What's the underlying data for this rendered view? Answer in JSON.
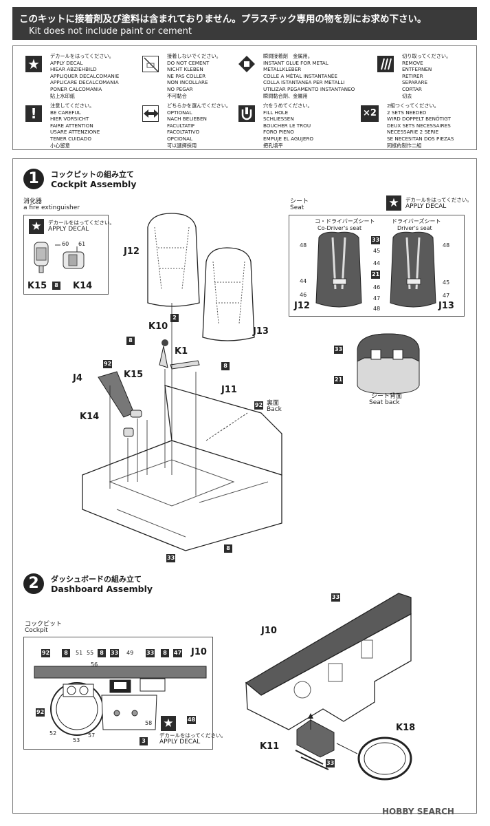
{
  "header": {
    "notice_jp": "このキットに接着剤及び塗料は含まれておりません。プラスチック専用の物を別にお求め下さい。",
    "notice_en": "Kit does not include paint or cement"
  },
  "legend": [
    {
      "icon": "star-icon",
      "lines": [
        "デカールをはってください。",
        "APPLY DECAL",
        "HIEAR ABZIEHBILD",
        "APPLIQUER DECALCOMANIE",
        "APPLICARE DECALCOMANIA",
        "PONER CALCOMANIA",
        "貼上水印紙"
      ]
    },
    {
      "icon": "no-glue-icon",
      "lines": [
        "接着しないでください。",
        "DO NOT CEMENT",
        "NICHT KLEBEN",
        "NE PAS COLLER",
        "NON INCOLLARE",
        "NO PEGAR",
        "不可黏合"
      ]
    },
    {
      "icon": "instant-glue-icon",
      "lines": [
        "瞬間接着剤　金属用。",
        "INSTANT GLUE FOR METAL",
        "METALLKLEBER",
        "COLLE A MÉTAL INSTANTANÉE",
        "COLLA ISTANTANEA PER METALLI",
        "UTILIZAR PEGAMENTO INSTANTANEO",
        "瞬間黏合劑、金屬用"
      ]
    },
    {
      "icon": "remove-icon",
      "lines": [
        "切り取ってください。",
        "REMOVE",
        "ENTFERNEN",
        "RETIRER",
        "SEPARARE",
        "CORTAR",
        "切去"
      ]
    },
    {
      "icon": "careful-icon",
      "lines": [
        "注意してください。",
        "BE CAREFUL",
        "HIER VORSICHT",
        "FAIRE ATTENTION",
        "USARE ATTENZIONE",
        "TENER CUIDADO",
        "小心留意"
      ]
    },
    {
      "icon": "optional-icon",
      "lines": [
        "どちらかを選んでください。",
        "OPTIONAL",
        "NACH BELIEBEN",
        "FACULTATIF",
        "FACOLTATIVO",
        "OPCIONAL",
        "可以選擇採用"
      ]
    },
    {
      "icon": "fill-hole-icon",
      "lines": [
        "穴をうめてください。",
        "FILL HOLE",
        "SCHLIESSEN",
        "BOUCHER LE TROU",
        "FORO PIENO",
        "EMPUJE EL AGUJERO",
        "把孔填平"
      ]
    },
    {
      "icon": "x2-icon",
      "lines": [
        "2組つくってください。",
        "2 SETS NEEDED",
        "WIRD DOPPELT BENÖTIGT",
        "DEUX SETS NECESSAIRES",
        "NECESSARIE 2 SERIE",
        "SE NECESITAN DOS PIEZAS",
        "同樣的制作二組"
      ],
      "badge": "×2"
    }
  ],
  "step1": {
    "number": "1",
    "title_jp": "コックピットの組み立て",
    "title_en": "Cockpit Assembly",
    "extinguisher_jp": "消化器",
    "extinguisher_en": "a fire extinguisher",
    "apply_decal_jp": "デカールをはってください。",
    "apply_decal_en": "APPLY DECAL",
    "seat_jp": "シート",
    "seat_en": "Seat",
    "codriver_jp": "コ・ドライバーズシート",
    "codriver_en": "Co-Driver's seat",
    "driver_jp": "ドライバーズシート",
    "driver_en": "Driver's seat",
    "seatback_jp": "シート背面",
    "seatback_en": "Seat back",
    "back_jp": "裏面",
    "back_en": "Back",
    "parts": {
      "j12": "J12",
      "j13": "J13",
      "k10": "K10",
      "k1": "K1",
      "k15": "K15",
      "k14": "K14",
      "j4": "J4",
      "j11": "J11"
    },
    "nums": {
      "n60": "60",
      "n61": "61",
      "n48": "48",
      "n33": "33",
      "n45": "45",
      "n44": "44",
      "n21": "21",
      "n46": "46",
      "n47": "47",
      "n8": "8",
      "n2": "2",
      "n92": "92"
    }
  },
  "step2": {
    "number": "2",
    "title_jp": "ダッシュボードの組み立て",
    "title_en": "Dashboard Assembly",
    "cockpit_jp": "コックピット",
    "cockpit_en": "Cockpit",
    "apply_decal_jp": "デカールをはってください。",
    "apply_decal_en": "APPLY DECAL",
    "parts": {
      "j10": "J10",
      "k11": "K11",
      "k18": "K18"
    },
    "nums": {
      "n92": "92",
      "n8": "8",
      "n51": "51",
      "n55": "55",
      "n33": "33",
      "n49": "49",
      "n47": "47",
      "n56": "56",
      "n52": "52",
      "n53": "53",
      "n57": "57",
      "n58": "58",
      "n3": "3",
      "n48": "48"
    }
  },
  "watermark": "HOBBY SEARCH",
  "colors": {
    "dark": "#2b2b2b",
    "banner": "#3a3a3a",
    "seat_gray": "#5a5a5a",
    "light_gray": "#d9d9d9"
  }
}
